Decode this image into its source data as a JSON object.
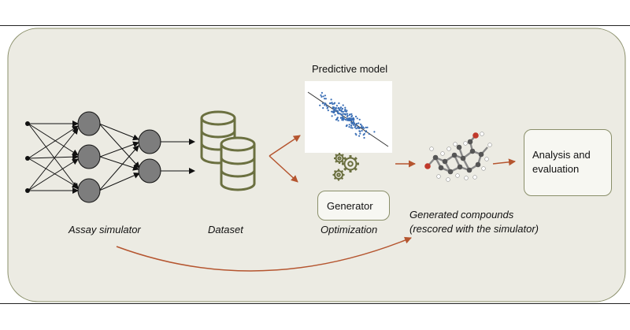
{
  "labels": {
    "predictive_model": "Predictive model",
    "assay_simulator": "Assay simulator",
    "dataset": "Dataset",
    "optimization": "Optimization",
    "generated_line1": "Generated compounds",
    "generated_line2": "(rescored with the simulator)",
    "generator": "Generator",
    "analysis_line1": "Analysis and",
    "analysis_line2": "evaluation"
  },
  "colors": {
    "panel_bg": "#ecebe3",
    "panel_border": "#8a8f6a",
    "node_fill": "#7d7d7d",
    "arrow": "#b5552f",
    "database": "#6b7040",
    "gear": "#6b7040",
    "scatter_points": "#3b6fb6"
  },
  "icons": {
    "network": "neural-network-icon",
    "database": "database-icon",
    "scatter": "scatter-plot-icon",
    "gears": "gears-icon",
    "molecule": "molecule-icon"
  }
}
